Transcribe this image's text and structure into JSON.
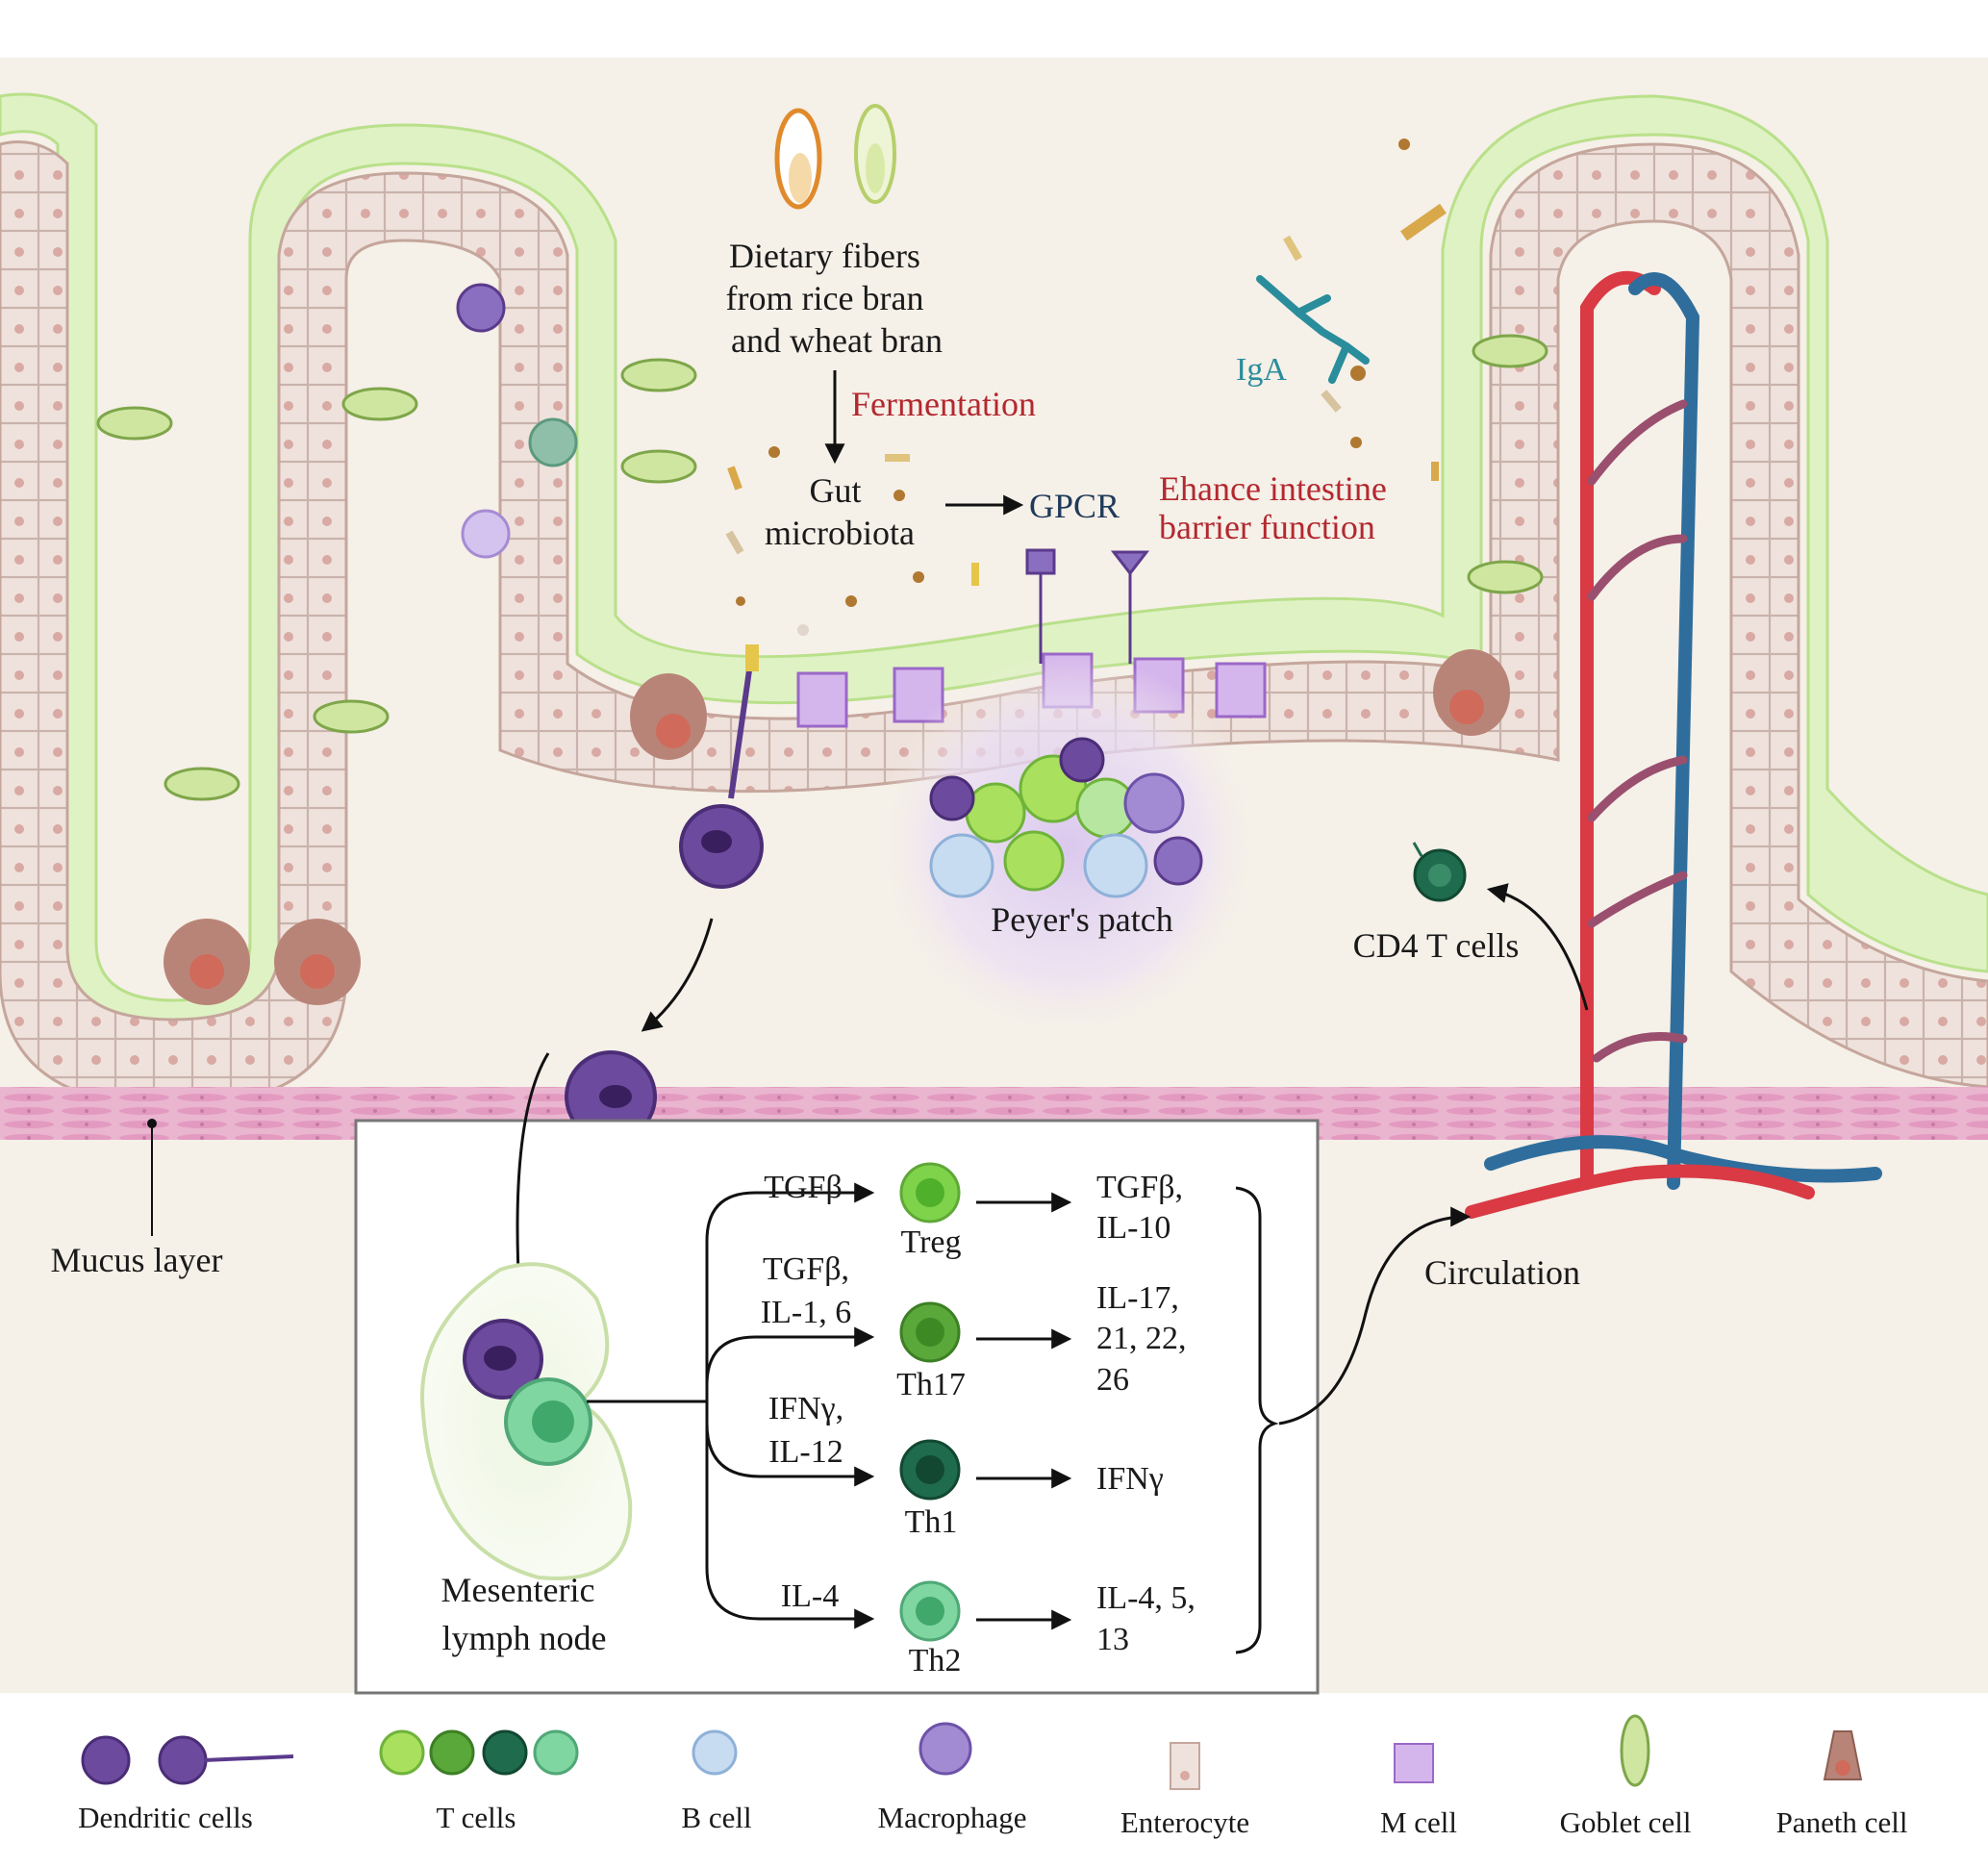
{
  "labels": {
    "dietary_fibers": [
      "Dietary fibers",
      "from rice bran",
      "and wheat bran"
    ],
    "fermentation": "Fermentation",
    "gut_microbiota": [
      "Gut",
      "microbiota"
    ],
    "gpcr": "GPCR",
    "enhance_barrier": [
      "Ehance intestine",
      "barrier function"
    ],
    "iga": "IgA",
    "peyers_patch": "Peyer's patch",
    "cd4_t_cells": "CD4 T cells",
    "mucus_layer": "Mucus layer",
    "circulation": "Circulation",
    "mesenteric_lymph_node": [
      "Mesenteric",
      "lymph node"
    ]
  },
  "differentiation": [
    {
      "signal": [
        "TGFβ"
      ],
      "cell": "Treg",
      "cytokines": [
        "TGFβ,",
        "IL-10"
      ],
      "color": "#7ed34a"
    },
    {
      "signal": [
        "TGFβ,",
        "IL-1, 6"
      ],
      "cell": "Th17",
      "cytokines": [
        "IL-17,",
        "21, 22,",
        "26"
      ],
      "color": "#5aa83a"
    },
    {
      "signal": [
        "IFNγ,",
        "IL-12"
      ],
      "cell": "Th1",
      "cytokines": [
        "IFNγ"
      ],
      "color": "#1f6b4e"
    },
    {
      "signal": [
        "IL-4"
      ],
      "cell": "Th2",
      "cytokines": [
        "IL-4, 5,",
        "13"
      ],
      "color": "#4fc47a"
    }
  ],
  "legend": [
    {
      "label": "Dendritic cells",
      "icon": "dendritic-cell-icon"
    },
    {
      "label": "T cells",
      "icon": "t-cell-icon"
    },
    {
      "label": "B cell",
      "icon": "b-cell-icon"
    },
    {
      "label": "Macrophage",
      "icon": "macrophage-icon"
    },
    {
      "label": "Enterocyte",
      "icon": "enterocyte-icon"
    },
    {
      "label": "M cell",
      "icon": "m-cell-icon"
    },
    {
      "label": "Goblet cell",
      "icon": "goblet-cell-icon"
    },
    {
      "label": "Paneth cell",
      "icon": "paneth-cell-icon"
    }
  ],
  "colors": {
    "epithelium": "#efe2dc",
    "mucosa": "#f5f0e8",
    "mucus": "#dff2c4",
    "dendritic": "#5b3a8c",
    "artery": "#d93a44",
    "vein": "#2f6e9c"
  }
}
